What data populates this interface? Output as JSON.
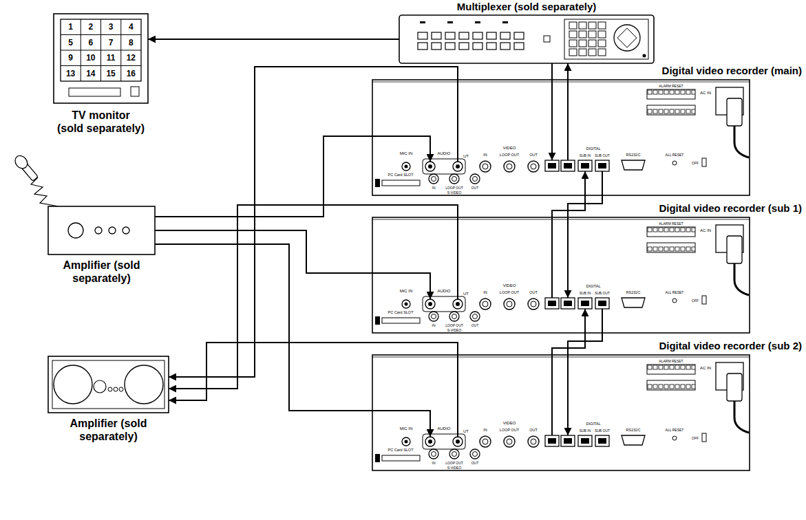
{
  "diagram": {
    "nodes": [
      {
        "text": [
          "TV monitor (sold separately)"
        ]
      },
      {
        "text": [
          "Multiplexer (sold separately)"
        ]
      },
      {
        "text": [
          "Digital video recorder (main)"
        ]
      },
      {
        "text": [
          "Amplifier (sold separately)"
        ]
      },
      {
        "text": [
          "Digital video recorder (sub 1)"
        ]
      },
      {
        "text": [
          "Amplifier (sold separately)"
        ]
      },
      {
        "text": [
          "Digital video recorder (sub 2)"
        ]
      }
    ],
    "edges": [
      {
        "from": 1,
        "to": 0,
        "arrow": "to"
      },
      {
        "from": 1,
        "to": 2,
        "arrow": "to"
      },
      {
        "from": 2,
        "to": 1,
        "arrow": "to"
      },
      {
        "from": 2,
        "to": 4,
        "arrow": "to"
      },
      {
        "from": 4,
        "to": 2,
        "arrow": "to"
      },
      {
        "from": 4,
        "to": 6,
        "arrow": "to"
      },
      {
        "from": 6,
        "to": 4,
        "arrow": "to"
      },
      {
        "from": 3,
        "to": 2,
        "arrow": "to"
      },
      {
        "from": 3,
        "to": 4,
        "arrow": "to"
      },
      {
        "from": 3,
        "to": 6,
        "arrow": "to"
      },
      {
        "from": 2,
        "to": 5,
        "arrow": "to"
      },
      {
        "from": 4,
        "to": 5,
        "arrow": "to"
      },
      {
        "from": 6,
        "to": 5,
        "arrow": "to"
      }
    ],
    "labels": [
      "1",
      "2",
      "3",
      "4",
      "5",
      "6",
      "7",
      "8",
      "9",
      "10",
      "11",
      "12",
      "13",
      "14",
      "15",
      "16",
      "MIC IN",
      "AUDIO",
      "UT",
      "VIDEO",
      "IN",
      "LOOP OUT",
      "OUT",
      "IN",
      "LOOP OUT",
      "OUT",
      "S-VIDEO",
      "DIGITAL",
      "SUB IN",
      "SUB OUT",
      "RS232C",
      "PC Card SLOT",
      "AC IN",
      "ALARM RESET",
      "ALL RESET",
      "OFF",
      "MIC IN",
      "AUDIO",
      "UT",
      "VIDEO",
      "IN",
      "LOOP OUT",
      "OUT",
      "IN",
      "LOOP OUT",
      "OUT",
      "S-VIDEO",
      "DIGITAL",
      "SUB IN",
      "SUB OUT",
      "RS232C",
      "PC Card SLOT",
      "AC IN",
      "ALARM RESET",
      "ALL RESET",
      "OFF",
      "MIC IN",
      "AUDIO",
      "UT",
      "VIDEO",
      "IN",
      "LOOP OUT",
      "OUT",
      "IN",
      "LOOP OUT",
      "OUT",
      "S-VIDEO",
      "DIGITAL",
      "SUB IN",
      "SUB OUT",
      "RS232C",
      "PC Card SLOT",
      "AC IN",
      "ALARM RESET",
      "ALL RESET",
      "OFF"
    ]
  }
}
